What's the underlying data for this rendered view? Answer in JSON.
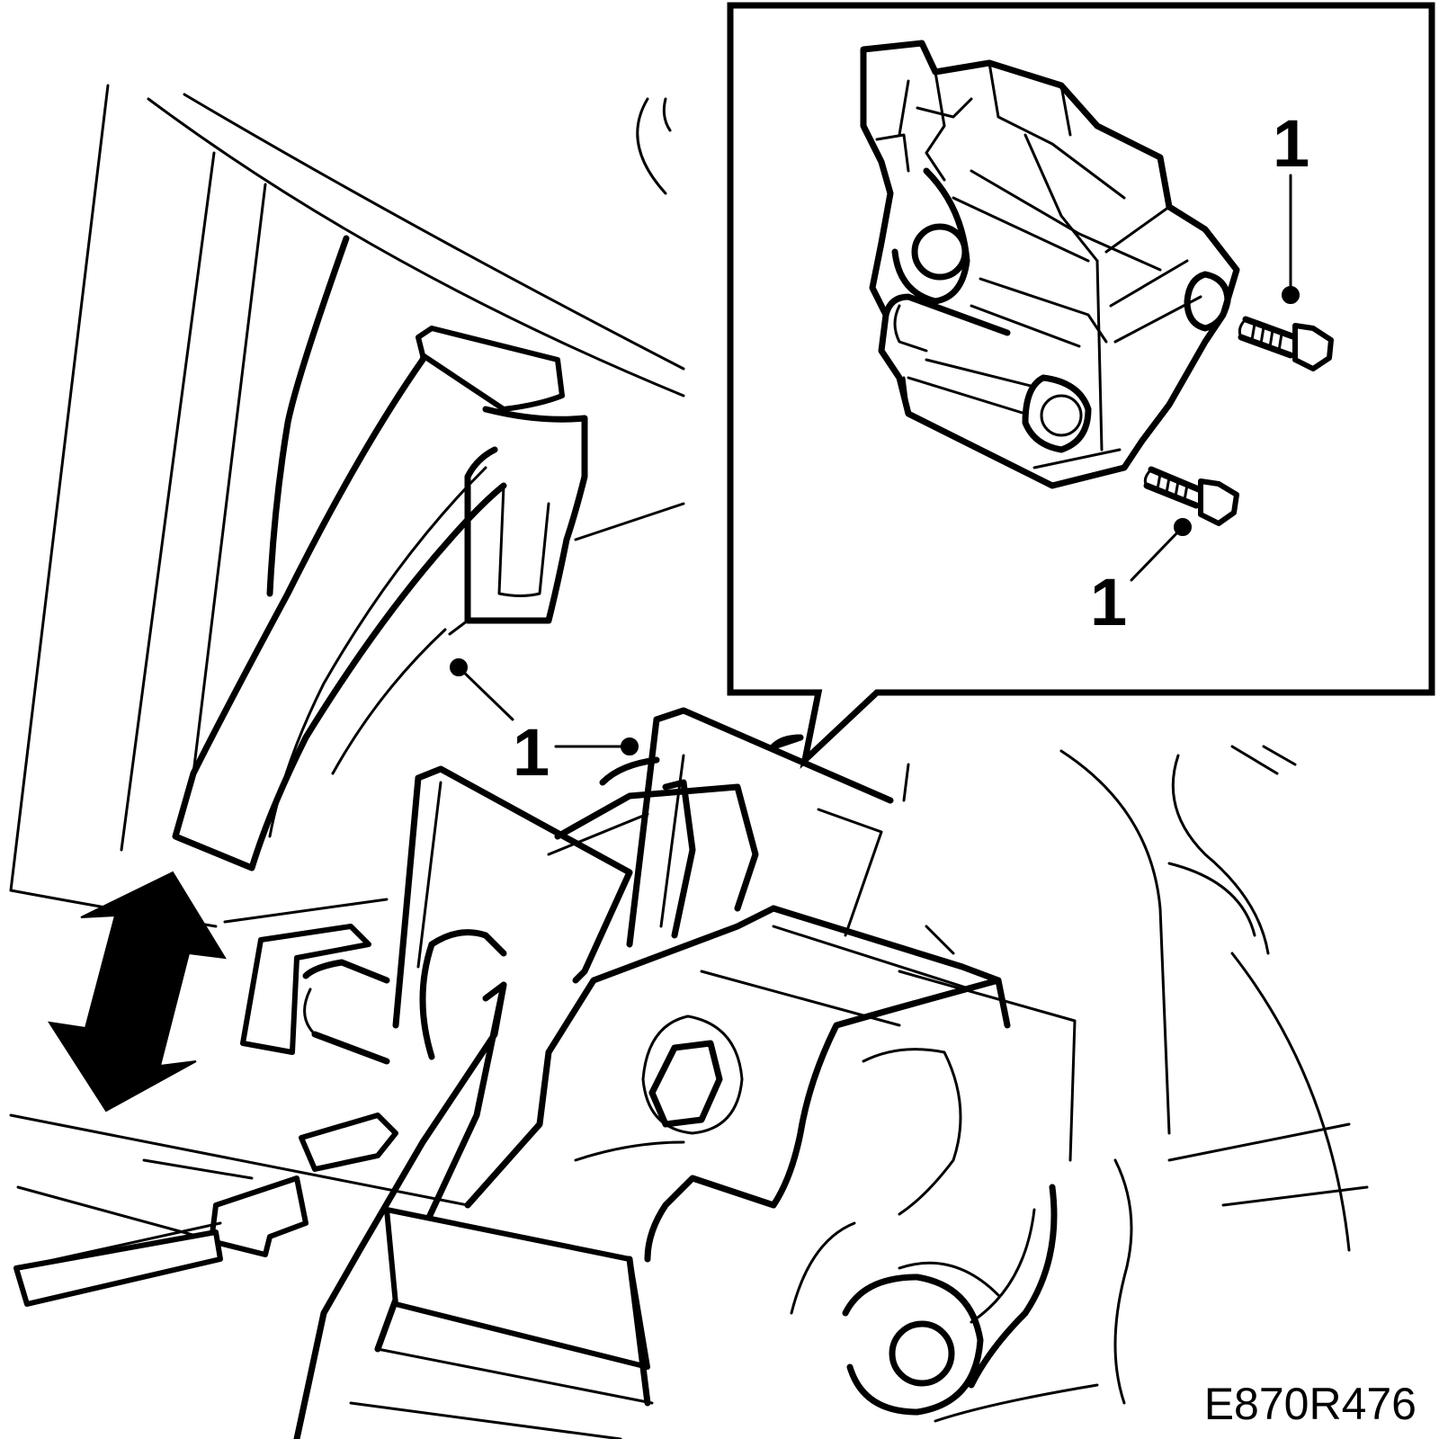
{
  "callouts": {
    "main": "1",
    "inset_top": "1",
    "inset_bottom": "1"
  },
  "figure_code": "E870R476",
  "colors": {
    "line": "#000000",
    "background": "#ffffff"
  }
}
